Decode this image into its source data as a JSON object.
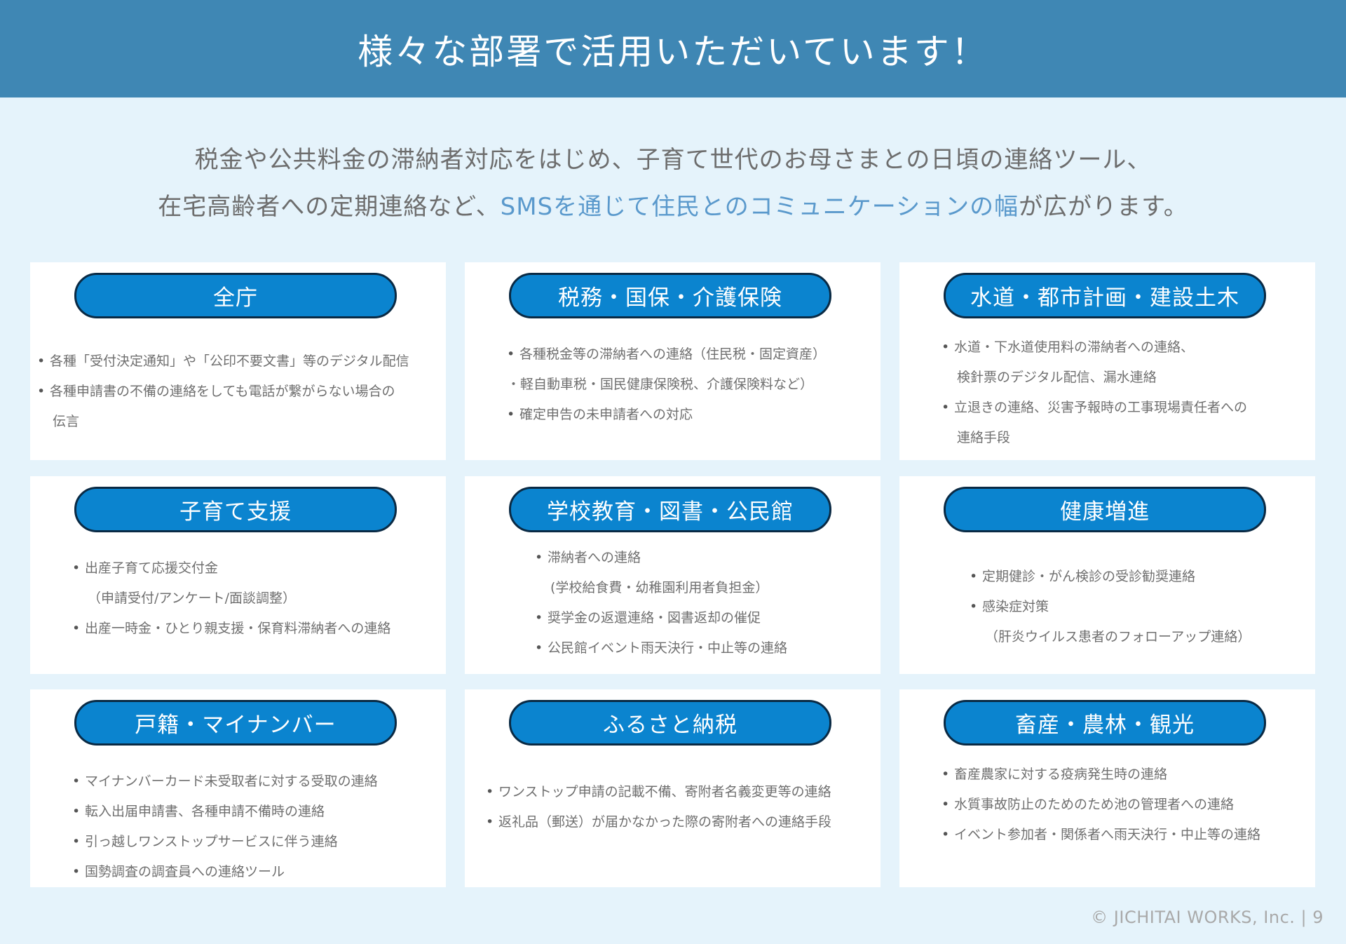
{
  "header": {
    "title": "様々な部署で活用いただいています！"
  },
  "intro": {
    "line1": "税金や公共料金の滞納者対応をはじめ、子育て世代のお母さまとの日頃の連絡ツール、",
    "line2_before": "在宅高齢者への定期連絡など、",
    "line2_highlight": "SMSを通じて住民とのコミュニケーションの幅",
    "line2_after": "が広がります。",
    "highlight_color": "#5a99cc"
  },
  "cards": [
    {
      "title": "全庁",
      "items": [
        {
          "text": "各種「受付決定通知」や「公印不要文書」等のデジタル配信"
        },
        {
          "text": "各種申請書の不備の連絡をしても電話が繋がらない場合の",
          "cont": "伝言"
        }
      ]
    },
    {
      "title": "税務・国保・介護保険",
      "items": [
        {
          "text": "各種税金等の滞納者への連絡（住民税・固定資産）"
        },
        {
          "text": "・軽自動車税・国民健康保険税、介護保険料など）",
          "nobullet": true
        },
        {
          "text": "確定申告の未申請者への対応"
        }
      ]
    },
    {
      "title": "水道・都市計画・建設土木",
      "items": [
        {
          "text": "水道・下水道使用料の滞納者への連絡、",
          "cont": "検針票のデジタル配信、漏水連絡"
        },
        {
          "text": "立退きの連絡、災害予報時の工事現場責任者への",
          "cont": "連絡手段"
        }
      ]
    },
    {
      "title": "子育て支援",
      "items": [
        {
          "text": "出産子育て応援交付金",
          "cont": "（申請受付/アンケート/面談調整）"
        },
        {
          "text": "出産一時金・ひとり親支援・保育料滞納者への連絡"
        }
      ]
    },
    {
      "title": "学校教育・図書・公民館",
      "items": [
        {
          "text": "滞納者への連絡",
          "cont": "(学校給食費・幼稚園利用者負担金）"
        },
        {
          "text": "奨学金の返還連絡・図書返却の催促"
        },
        {
          "text": "公民館イベント雨天決行・中止等の連絡"
        }
      ]
    },
    {
      "title": "健康増進",
      "items": [
        {
          "text": "定期健診・がん検診の受診勧奨連絡"
        },
        {
          "text": "感染症対策",
          "cont": "（肝炎ウイルス患者のフォローアップ連絡）"
        }
      ]
    },
    {
      "title": "戸籍・マイナンバー",
      "items": [
        {
          "text": "マイナンバーカード未受取者に対する受取の連絡"
        },
        {
          "text": "転入出届申請書、各種申請不備時の連絡"
        },
        {
          "text": "引っ越しワンストップサービスに伴う連絡"
        },
        {
          "text": "国勢調査の調査員への連絡ツール"
        }
      ]
    },
    {
      "title": "ふるさと納税",
      "items": [
        {
          "text": "ワンストップ申請の記載不備、寄附者名義変更等の連絡"
        },
        {
          "text": "返礼品（郵送）が届かなかった際の寄附者への連絡手段"
        }
      ]
    },
    {
      "title": "畜産・農林・観光",
      "items": [
        {
          "text": "畜産農家に対する疫病発生時の連絡"
        },
        {
          "text": "水質事故防止のためのため池の管理者への連絡"
        },
        {
          "text": "イベント参加者・関係者へ雨天決行・中止等の連絡"
        }
      ]
    }
  ],
  "footer": {
    "copyright": "© JICHITAI WORKS, Inc.  |  9"
  }
}
